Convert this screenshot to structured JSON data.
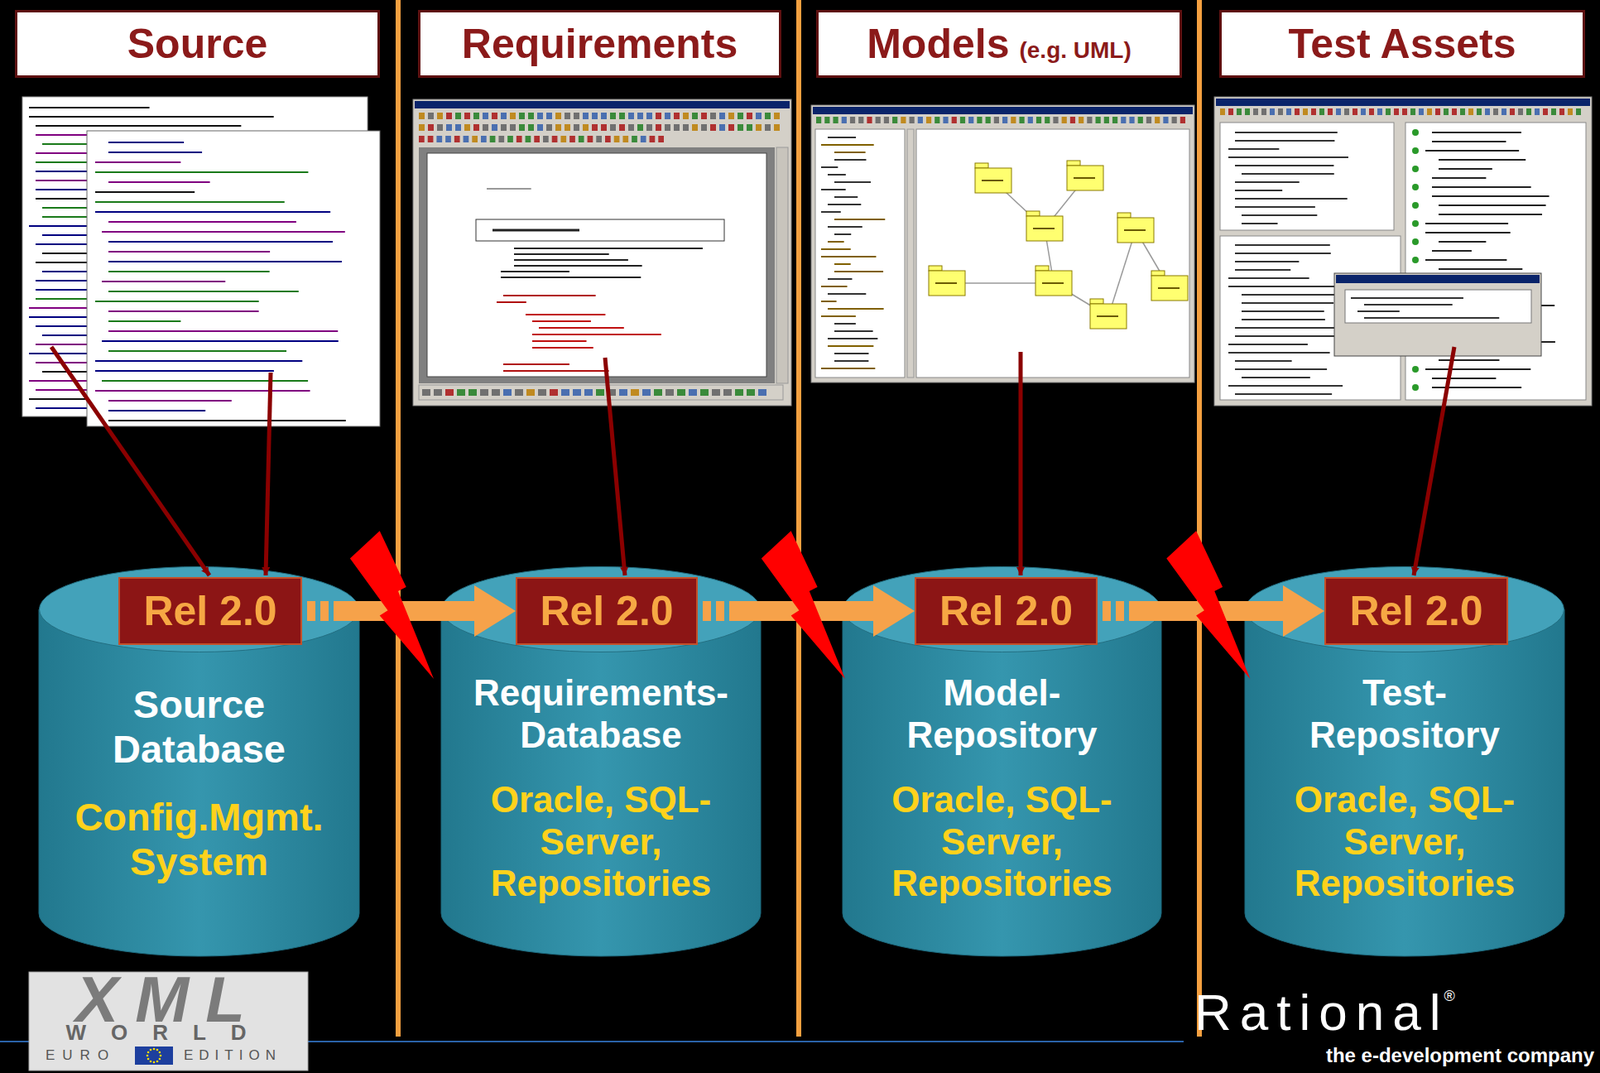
{
  "diagram": {
    "nodes": [
      {
        "text": [
          "Source"
        ]
      },
      {
        "text": [
          "Requirements"
        ]
      },
      {
        "text": [
          "Models",
          "(e.g. UML)"
        ]
      },
      {
        "text": [
          "Test Assets"
        ]
      },
      {
        "text": [
          "Source Database",
          "Config.Mgmt. System"
        ]
      },
      {
        "text": [
          "Rel 2.0"
        ],
        "in": 4
      },
      {
        "text": [
          "Requirements- Database",
          "Oracle, SQL- Server, Repositories"
        ]
      },
      {
        "text": [
          "Rel 2.0"
        ],
        "in": 6
      },
      {
        "text": [
          "Model- Repository",
          "Oracle, SQL- Server, Repositories"
        ]
      },
      {
        "text": [
          "Rel 2.0"
        ],
        "in": 8
      },
      {
        "text": [
          "Test- Repository",
          "Oracle, SQL- Server, Repositories"
        ]
      },
      {
        "text": [
          "Rel 2.0"
        ],
        "in": 10
      }
    ],
    "edges": [
      {
        "from": 5,
        "to": 7,
        "arrow": "to"
      },
      {
        "from": 7,
        "to": 9,
        "arrow": "to"
      },
      {
        "from": 9,
        "to": 11,
        "arrow": "to"
      }
    ],
    "labels": [
      "XML",
      "WORLD",
      "EURO",
      "EDITION",
      "Rational",
      "®",
      "the e-development company"
    ]
  }
}
